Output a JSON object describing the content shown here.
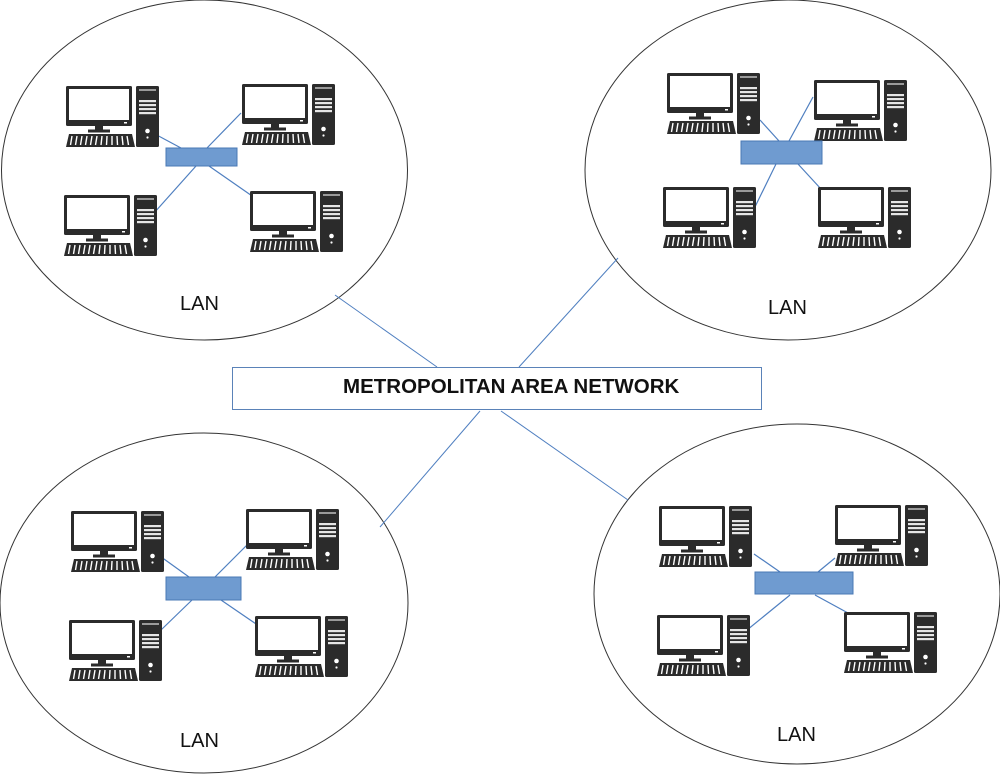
{
  "diagram": {
    "title": "METROPOLITAN AREA NETWORK",
    "colors": {
      "link": "#4f7fc0",
      "switch_fill": "#6f9bd0",
      "switch_border": "#4a78b5",
      "ellipse_stroke": "#333333",
      "device_dark": "#2b2b2b"
    },
    "lans": [
      {
        "id": "lan-top-left",
        "label": "LAN",
        "device_count": 4,
        "switch": "switch-icon"
      },
      {
        "id": "lan-top-right",
        "label": "LAN",
        "device_count": 4,
        "switch": "switch-icon"
      },
      {
        "id": "lan-bottom-left",
        "label": "LAN",
        "device_count": 4,
        "switch": "switch-icon"
      },
      {
        "id": "lan-bottom-right",
        "label": "LAN",
        "device_count": 4,
        "switch": "switch-icon"
      }
    ],
    "device_icon": "desktop-computer-icon",
    "topology": "Four LANs, each a star of 4 desktop computers around a switch, all linked to a central Metropolitan Area Network"
  }
}
